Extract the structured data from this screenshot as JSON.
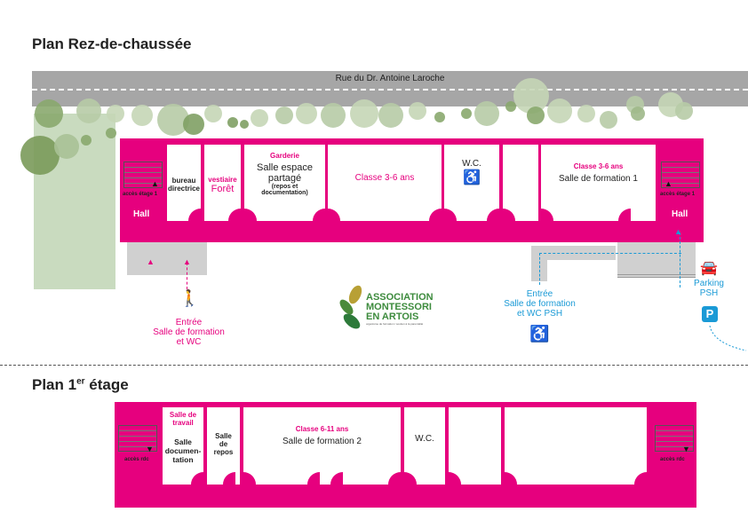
{
  "ground": {
    "title": "Plan Rez-de-chaussée",
    "street": "Rue du Dr. Antoine Laroche",
    "hall_left": "Hall",
    "hall_right": "Hall",
    "stairs_left": "accès étage 1",
    "stairs_right": "accès étage 1",
    "rooms": [
      {
        "title": "",
        "name": "bureau directrice"
      },
      {
        "title": "vestiaire",
        "name": "Forêt"
      },
      {
        "title": "Garderie",
        "name": "Salle espace partagé",
        "sub": "(repos et documentation)"
      },
      {
        "title": "",
        "name": "Classe 3-6 ans"
      },
      {
        "title": "",
        "name": "W.C."
      },
      {
        "title": "",
        "name": ""
      },
      {
        "title": "Classe 3-6 ans",
        "name": "Salle de formation 1"
      }
    ],
    "entrance_main": "Entrée\nSalle de formation\net WC",
    "entrance_psh": "Entrée\nSalle de formation\net WC PSH",
    "parking": "Parking\nPSH",
    "parking_sign": "P"
  },
  "logo": {
    "line1": "ASSOCIATION",
    "line2": "MONTESSORI",
    "line3": "EN ARTOIS",
    "tagline": "organisme de formation / soutien à la parentalité"
  },
  "first": {
    "title_main": "Plan 1",
    "title_sup": "er",
    "title_end": " étage",
    "stairs_left": "accès rdc",
    "stairs_right": "accès rdc",
    "rooms": [
      {
        "title": "Salle de travail",
        "name": "Salle documen-tation"
      },
      {
        "title": "",
        "name": "Salle de repos"
      },
      {
        "title": "Classe 6-11 ans",
        "name": "Salle de formation 2"
      },
      {
        "title": "",
        "name": "W.C."
      },
      {
        "title": "",
        "name": ""
      },
      {
        "title": "",
        "name": ""
      }
    ]
  },
  "colors": {
    "magenta": "#e6007e",
    "blue": "#1a9ad6",
    "tree": "#9fb88a",
    "road": "#a6a6a6"
  },
  "icons": [
    "wheelchair-icon",
    "pedestrian-icon",
    "car-icon",
    "parking-icon",
    "tree-icon",
    "leaf-logo-icon"
  ]
}
